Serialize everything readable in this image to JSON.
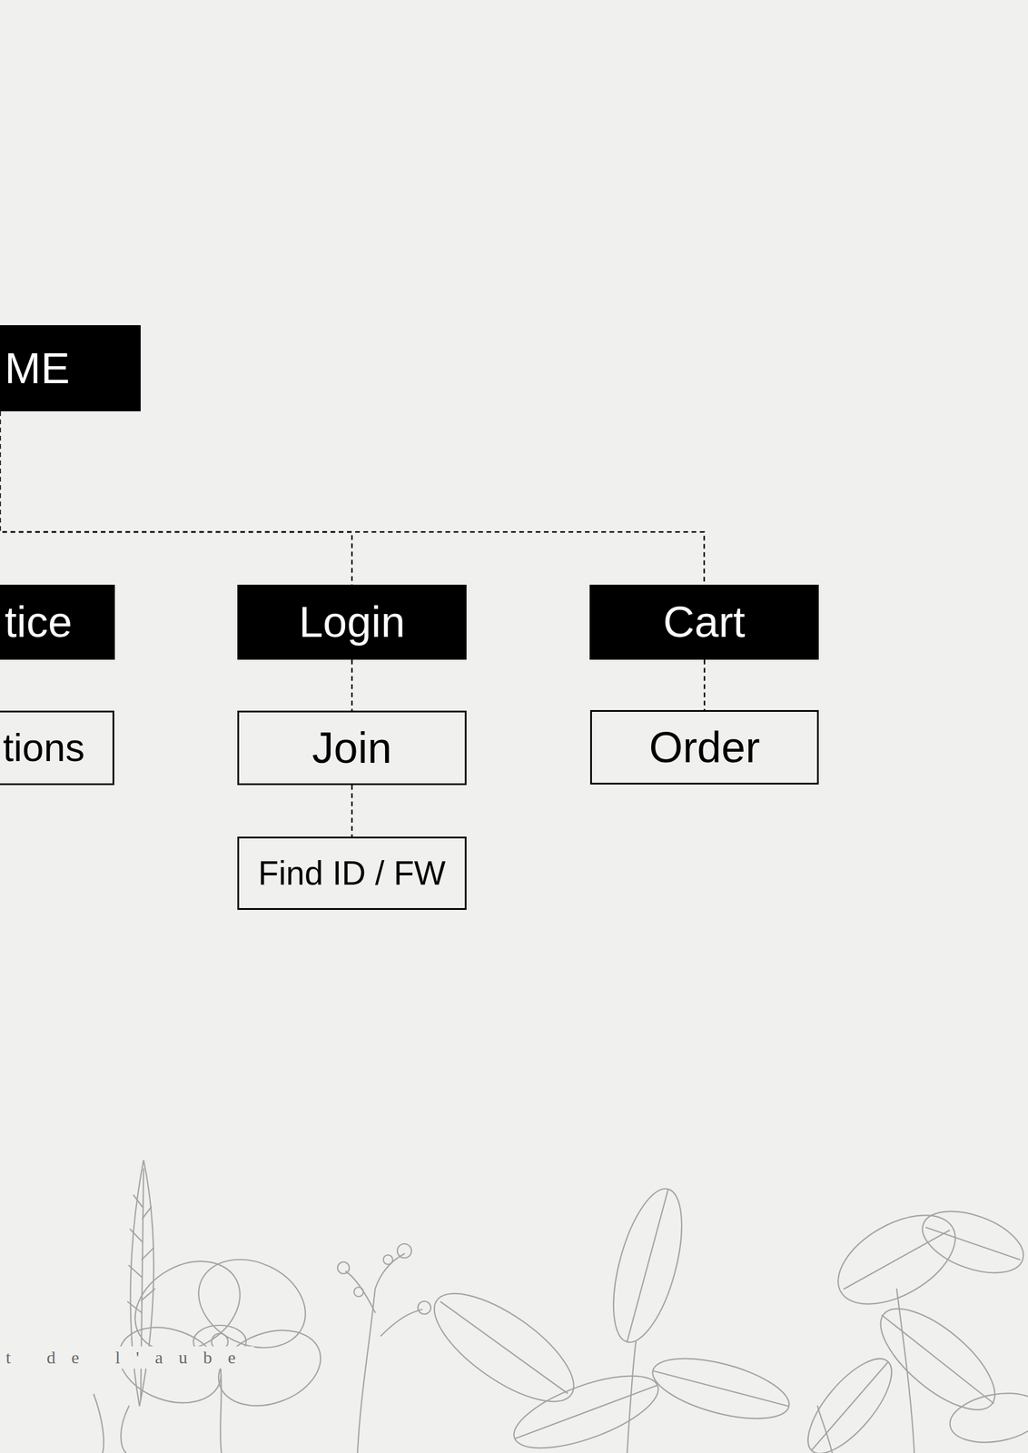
{
  "diagram": {
    "nodes": [
      {
        "text": [
          "ME"
        ]
      },
      {
        "text": [
          "tice"
        ]
      },
      {
        "text": [
          "Login"
        ]
      },
      {
        "text": [
          "Cart"
        ]
      },
      {
        "text": [
          "tions"
        ]
      },
      {
        "text": [
          "Join"
        ]
      },
      {
        "text": [
          "Order"
        ]
      },
      {
        "text": [
          "Find ID / FW"
        ]
      }
    ],
    "edges": [
      {
        "from": 0,
        "to": 2,
        "arrow": "none"
      },
      {
        "from": 0,
        "to": 3,
        "arrow": "none"
      },
      {
        "from": 2,
        "to": 5,
        "arrow": "none"
      },
      {
        "from": 5,
        "to": 7,
        "arrow": "none"
      },
      {
        "from": 3,
        "to": 6,
        "arrow": "none"
      }
    ],
    "labels": [
      "t de l'aube"
    ]
  }
}
